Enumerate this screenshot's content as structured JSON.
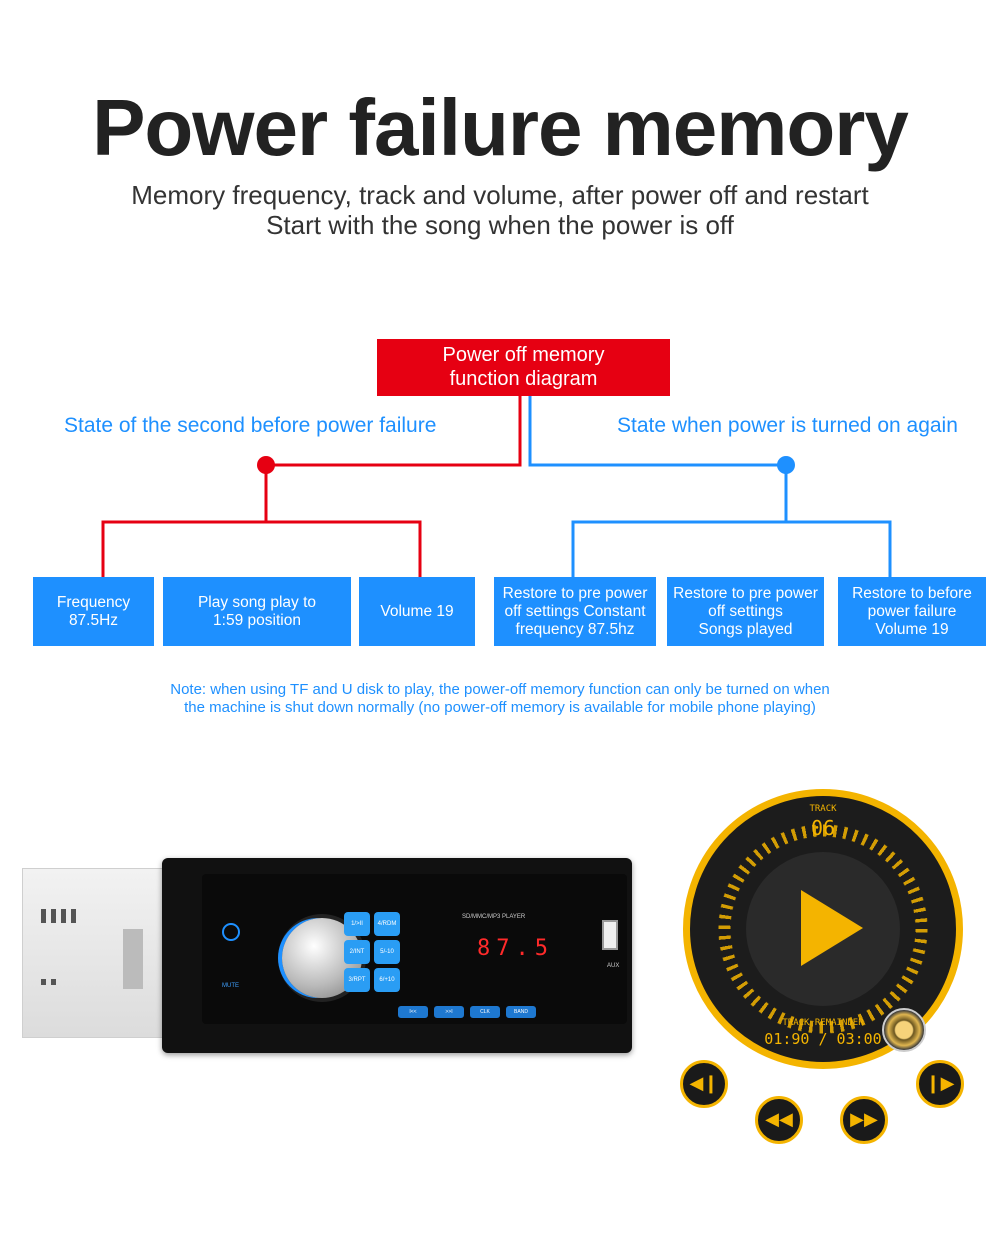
{
  "header": {
    "title": "Power failure memory",
    "subtitle_line1": "Memory frequency, track and volume, after power off and restart",
    "subtitle_line2": "Start with the song when the power is off"
  },
  "diagram": {
    "heading_line1": "Power off memory",
    "heading_line2": "function diagram",
    "left_state": "State of the second before power failure",
    "right_state": "State when power is turned on again",
    "left_boxes": [
      {
        "line1": "Frequency",
        "line2": "87.5Hz"
      },
      {
        "line1": "Play song play to",
        "line2": "1:59 position"
      },
      {
        "line1": "Volume 19",
        "line2": ""
      }
    ],
    "right_boxes": [
      {
        "line1": "Restore to pre power",
        "line2": "off settings  Constant",
        "line3": "frequency 87.5hz"
      },
      {
        "line1": "Restore to pre power",
        "line2": "off settings",
        "line3": "Songs played"
      },
      {
        "line1": "Restore to before",
        "line2": "power failure",
        "line3": "Volume 19"
      }
    ],
    "colors": {
      "red": "#e60012",
      "blue": "#1e90ff"
    }
  },
  "note": {
    "line1": "Note: when using TF and U disk to play, the power-off memory function can only be turned on when",
    "line2": "the machine is shut down normally (no power-off memory is available for mobile phone playing)"
  },
  "radio": {
    "panel_label": "SD/MMC/MP3 PLAYER",
    "display": "87.5",
    "buttons": [
      "1/>II",
      "4/RDM",
      "2/INT",
      "5/-10",
      "3/RPT",
      "6/+10"
    ],
    "mute_label": "MUTE",
    "controls": [
      "I<<",
      ">>I",
      "CLK",
      "BAND"
    ],
    "aux_label": "AUX"
  },
  "player": {
    "track_label": "TRACK",
    "track_number": "06",
    "remainder_label": "TRACK REMAINDER",
    "time": "01:90 / 03:00",
    "icons": [
      "play-icon",
      "skip-previous-icon",
      "rewind-icon",
      "fast-forward-icon",
      "skip-next-icon"
    ]
  }
}
